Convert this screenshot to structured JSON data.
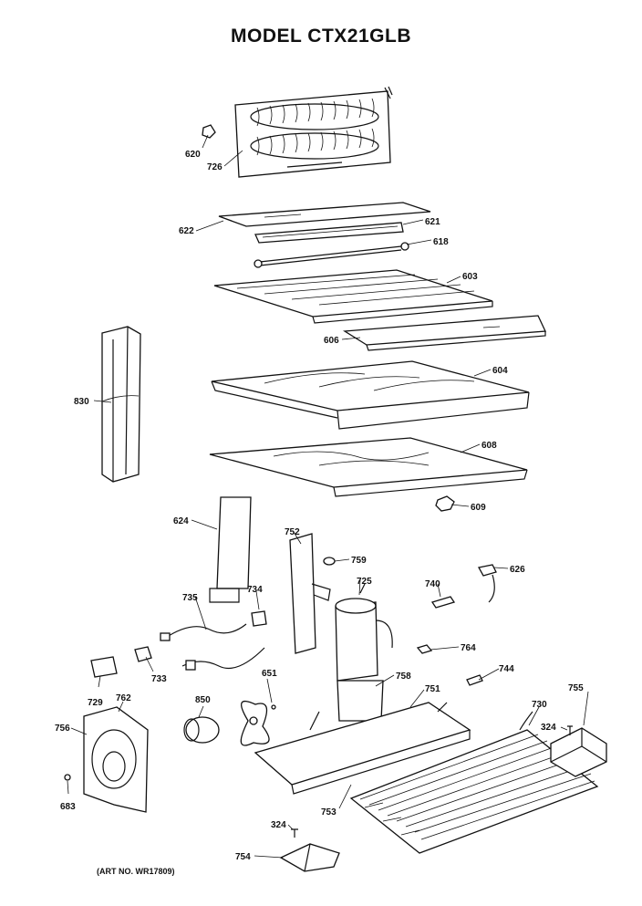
{
  "title": "MODEL CTX21GLB",
  "art_number": "(ART NO. WR17809)",
  "callouts": {
    "c620": "620",
    "c726": "726",
    "c622": "622",
    "c621": "621",
    "c618": "618",
    "c603": "603",
    "c606": "606",
    "c604": "604",
    "c830": "830",
    "c608": "608",
    "c609": "609",
    "c624": "624",
    "c752": "752",
    "c759": "759",
    "c626": "626",
    "c725": "725",
    "c740": "740",
    "c735": "735",
    "c734": "734",
    "c733": "733",
    "c764": "764",
    "c744": "744",
    "c729": "729",
    "c762": "762",
    "c651": "651",
    "c758": "758",
    "c751": "751",
    "c755": "755",
    "c756": "756",
    "c850": "850",
    "c730": "730",
    "c324a": "324",
    "c683": "683",
    "c753": "753",
    "c324b": "324",
    "c754": "754"
  }
}
